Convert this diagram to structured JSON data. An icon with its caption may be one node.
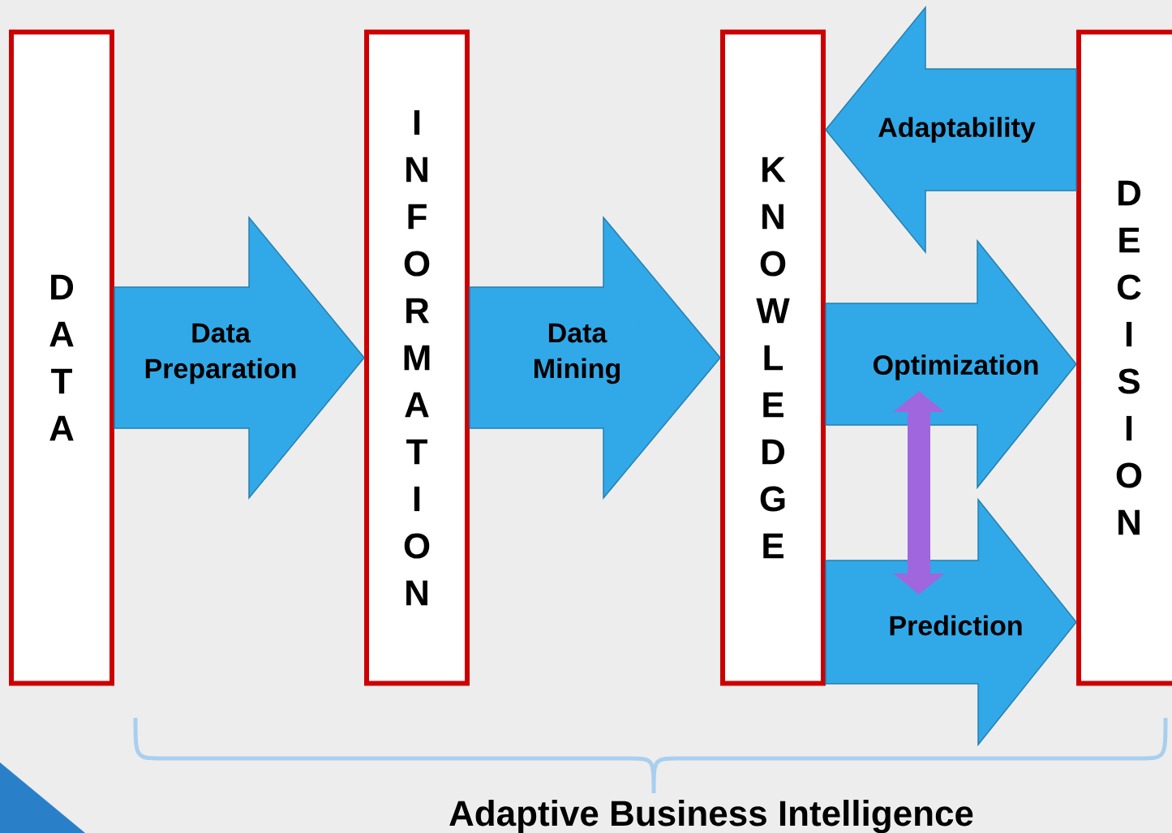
{
  "diagram": {
    "nodes": [
      {
        "text": [
          "DATA"
        ]
      },
      {
        "text": [
          "INFORMATION"
        ]
      },
      {
        "text": [
          "KNOWLEDGE"
        ]
      },
      {
        "text": [
          "DECISION"
        ]
      }
    ],
    "edges": [
      {
        "from": 0,
        "to": 1,
        "arrow": "to",
        "label": "Data Preparation"
      },
      {
        "from": 1,
        "to": 2,
        "arrow": "to",
        "label": "Data Mining"
      },
      {
        "from": 3,
        "to": 2,
        "arrow": "to",
        "label": "Adaptability"
      },
      {
        "from": 2,
        "to": 3,
        "arrow": "to",
        "label": "Optimization"
      },
      {
        "from": 2,
        "to": 3,
        "arrow": "to",
        "label": "Prediction"
      }
    ],
    "labels": [
      "Adaptive Business Intelligence"
    ]
  }
}
